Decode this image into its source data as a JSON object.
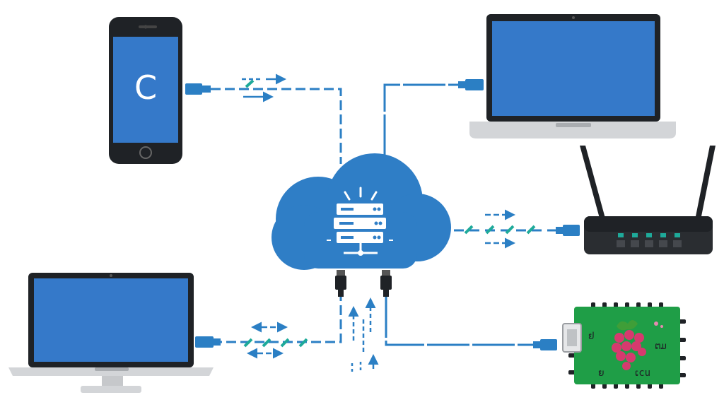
{
  "diagram": {
    "hub": {
      "name": "cloud server"
    },
    "devices": [
      {
        "id": "smartphone",
        "screen_glyph": "C"
      },
      {
        "id": "laptop-top-right"
      },
      {
        "id": "wifi-router"
      },
      {
        "id": "laptop-bottom-left"
      },
      {
        "id": "raspberry-pi-board",
        "labels": [
          "ຢ",
          "ຕມ",
          "ຍ",
          "ເcu"
        ]
      }
    ],
    "colors": {
      "link": "#2b7fc4",
      "screen": "#3579c9",
      "cloud": "#2f7ec6",
      "teal": "#1eaa9a",
      "board": "#1f9e47",
      "raspberry": "#d63a6e",
      "leaf": "#3f9e38",
      "device_dark": "#1f2226",
      "device_silver": "#d3d5d8"
    },
    "icons": [
      "smartphone-icon",
      "laptop-icon",
      "router-icon",
      "cloud-icon",
      "server-icon",
      "raspberry-pi-icon",
      "usb-connector-icon",
      "arrow-icon"
    ]
  }
}
